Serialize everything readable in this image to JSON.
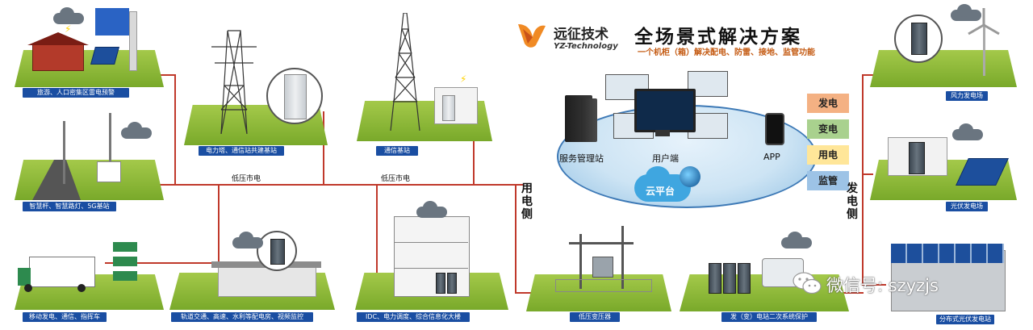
{
  "brand": {
    "name": "远征技术",
    "english": "YZ-Technology"
  },
  "title": "全场景式解决方案",
  "subtitle": "一个机柜（箱）解决配电、防雷、接地、监管功能",
  "center": {
    "server_label": "服务管理站",
    "user_label": "用户端",
    "app_label": "APP",
    "cloud_label": "云平台"
  },
  "legend": [
    {
      "label": "发电",
      "color": "#f4b183"
    },
    {
      "label": "变电",
      "color": "#a9d18e"
    },
    {
      "label": "用电",
      "color": "#ffe699"
    },
    {
      "label": "监管",
      "color": "#9dc3e6"
    }
  ],
  "side_labels": {
    "use_side": "用电侧",
    "gen_side": "发电侧"
  },
  "line_labels": {
    "low_voltage_1": "低压市电",
    "low_voltage_2": "低压市电"
  },
  "scenes": {
    "tourism": "旅游、人口密集区雷电预警",
    "tower": "电力塔、通信站共建基站",
    "comm": "通信基站",
    "smart_pole": "智慧杆、智慧路灯、5G基站",
    "mobile": "移动发电、通信、指挥车",
    "traffic": "轨道交通、高速、水利等配电房、视频监控",
    "idc": "IDC、电力调度、综合信息化大楼",
    "transformer": "低压变压器",
    "substation": "发（变）电站二次系统保护",
    "wind": "风力发电场",
    "pv": "光伏发电场",
    "distributed_pv": "分布式光伏发电站"
  },
  "watermark": "微信号: szyzjs"
}
